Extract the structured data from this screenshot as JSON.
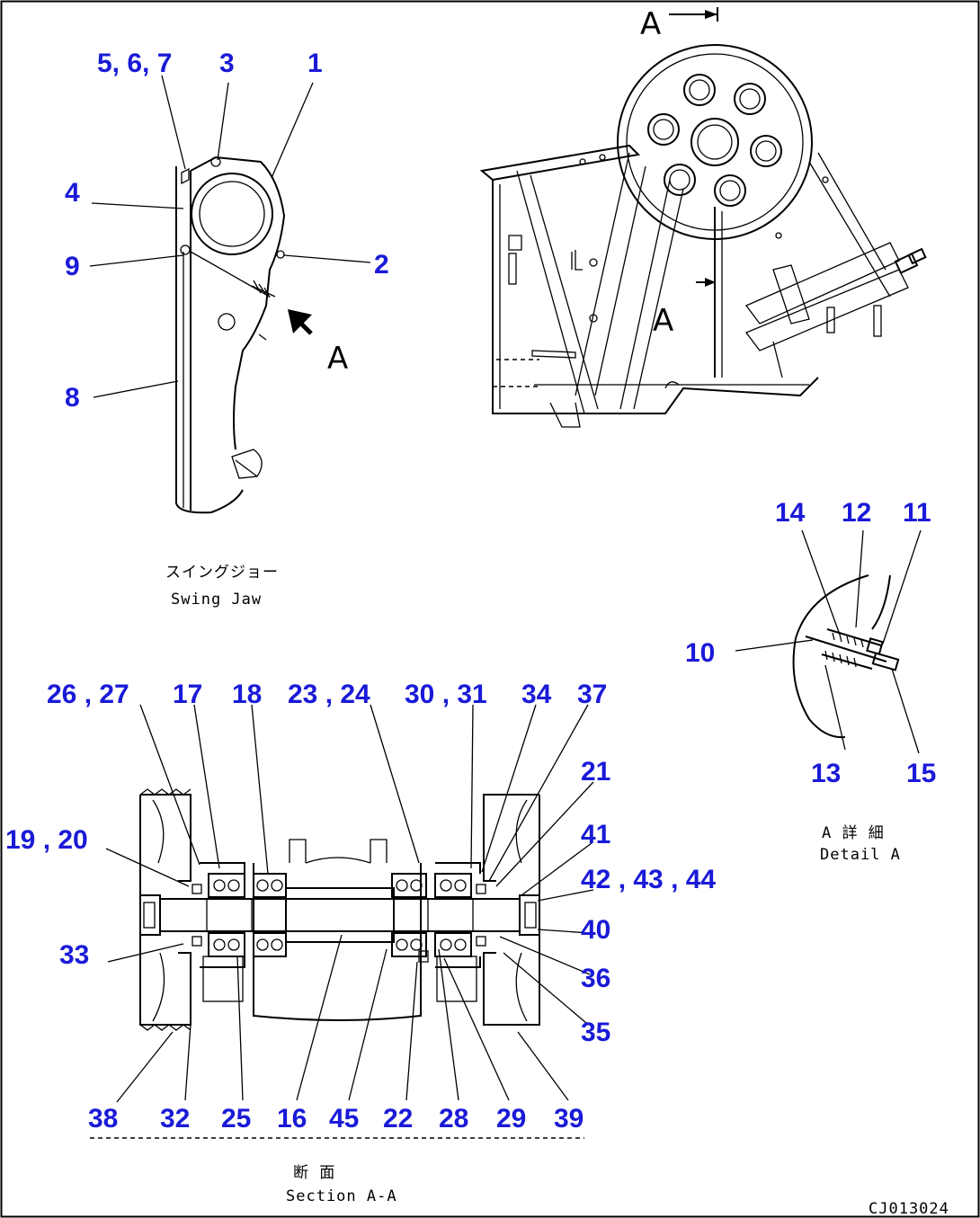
{
  "drawing_id": "CJ013024",
  "views": {
    "swing_jaw": {
      "caption_jp": "スイングジョー",
      "caption_en": "Swing Jaw",
      "view_arrow": "A"
    },
    "assembly": {
      "section_marker": "A",
      "section_marker_lower": "A"
    },
    "detail_a": {
      "caption_jp": "A 詳 細",
      "caption_en": "Detail A"
    },
    "section_a_a": {
      "caption_jp": "断 面",
      "caption_en": "Section A-A"
    }
  },
  "callouts": {
    "c1": "1",
    "c2": "2",
    "c3": "3",
    "c4": "4",
    "c567": "5, 6, 7",
    "c8": "8",
    "c9": "9",
    "c10": "10",
    "c11": "11",
    "c12": "12",
    "c13": "13",
    "c14": "14",
    "c15": "15",
    "c16": "16",
    "c17": "17",
    "c18": "18",
    "c1920": "19 , 20",
    "c21": "21",
    "c22": "22",
    "c2324": "23 , 24",
    "c25": "25",
    "c2627": "26 , 27",
    "c28": "28",
    "c29": "29",
    "c3031": "30 , 31",
    "c32": "32",
    "c33": "33",
    "c34": "34",
    "c35": "35",
    "c36": "36",
    "c37": "37",
    "c38": "38",
    "c39": "39",
    "c40": "40",
    "c41": "41",
    "c424344": "42 , 43 , 44",
    "c45": "45"
  }
}
